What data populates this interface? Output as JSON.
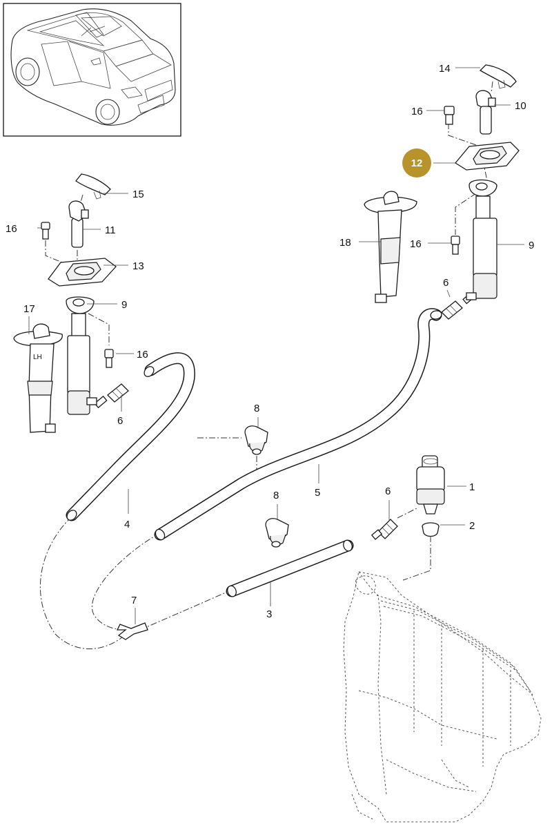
{
  "highlight_color": "#b8922a",
  "overview": {
    "icon": "suv-vehicle-icon"
  },
  "labels": {
    "p1": "1",
    "p2": "2",
    "p3": "3",
    "p4": "4",
    "p5": "5",
    "p6a": "6",
    "p6b": "6",
    "p6c": "6",
    "p7": "7",
    "p8a": "8",
    "p8b": "8",
    "p9a": "9",
    "p9b": "9",
    "p10": "10",
    "p11": "11",
    "p12": "12",
    "p13": "13",
    "p14": "14",
    "p15": "15",
    "p16a": "16",
    "p16b": "16",
    "p16c": "16",
    "p16d": "16",
    "p17": "17",
    "p18": "18"
  },
  "part_marking": "LH"
}
